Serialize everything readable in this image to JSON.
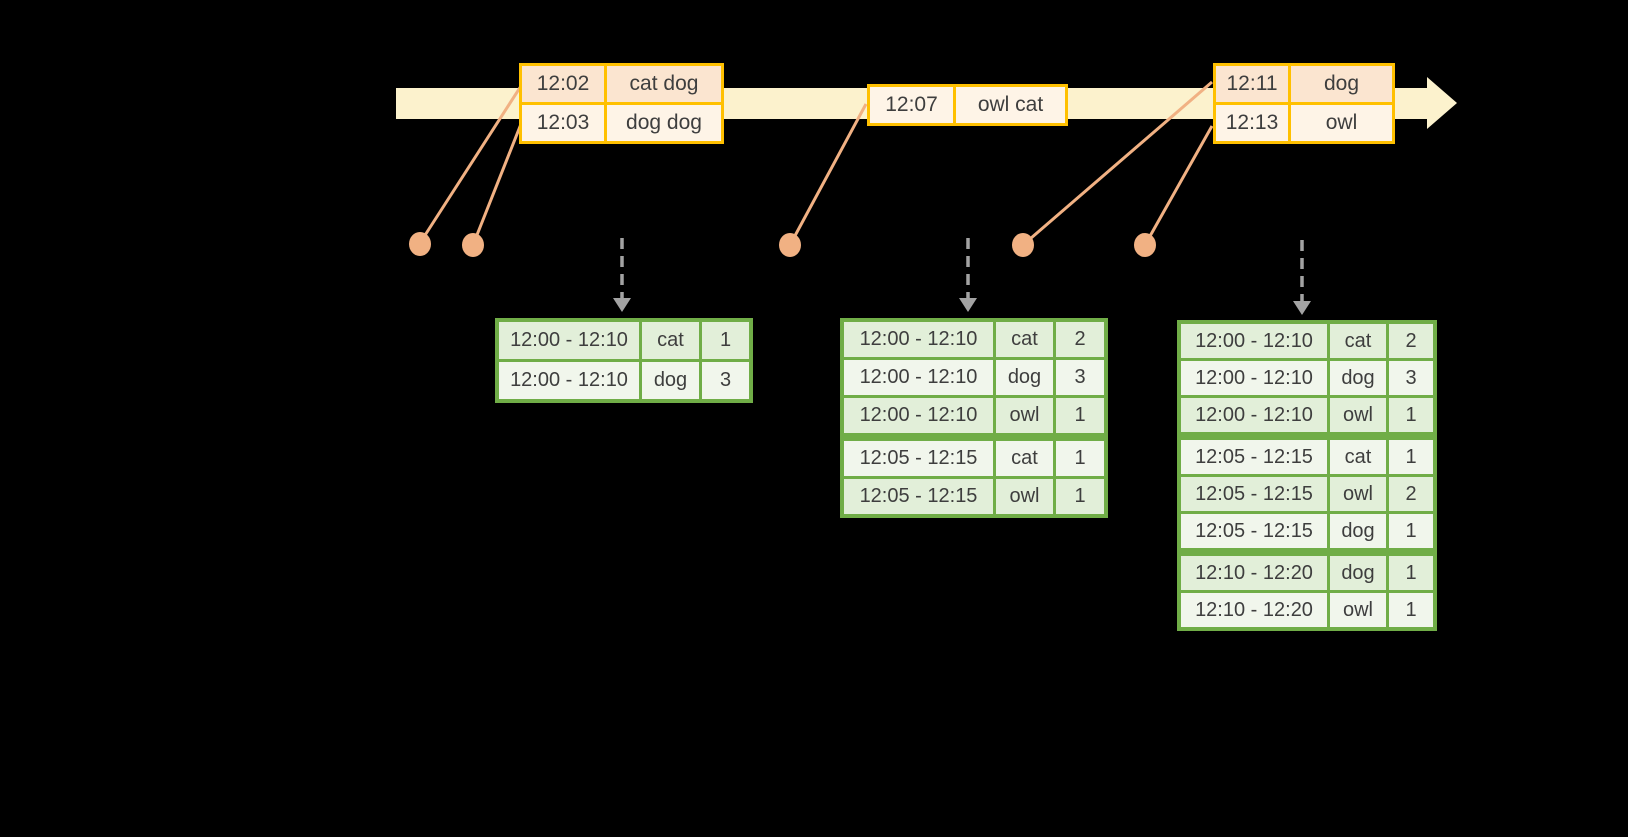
{
  "palette": {
    "background": "#000000",
    "timeline_band": "#FCF2CD",
    "table_border_gold": "#FFC000",
    "row_peach": "#FBE5D0",
    "row_cream": "#FEF4E7",
    "connector_salmon": "#F1B183",
    "result_border_green": "#70AD47",
    "row_green_dark": "#E2EFD9",
    "row_green_light": "#F1F6EC",
    "arrow_gray": "#A3A3A3",
    "text_ink": "#3E3E3E"
  },
  "event_tables": [
    {
      "rows": [
        {
          "time": "12:02",
          "words": "cat dog",
          "tone": "peach"
        },
        {
          "time": "12:03",
          "words": "dog dog",
          "tone": "cream"
        }
      ]
    },
    {
      "rows": [
        {
          "time": "12:07",
          "words": "owl cat",
          "tone": "cream"
        }
      ]
    },
    {
      "rows": [
        {
          "time": "12:11",
          "words": "dog",
          "tone": "peach"
        },
        {
          "time": "12:13",
          "words": "owl",
          "tone": "cream"
        }
      ]
    }
  ],
  "result_tables": [
    {
      "rows": [
        {
          "window": "12:00 - 12:10",
          "word": "cat",
          "count": 1
        },
        {
          "window": "12:00 - 12:10",
          "word": "dog",
          "count": 3
        }
      ]
    },
    {
      "rows": [
        {
          "window": "12:00 - 12:10",
          "word": "cat",
          "count": 2
        },
        {
          "window": "12:00 - 12:10",
          "word": "dog",
          "count": 3
        },
        {
          "window": "12:00 - 12:10",
          "word": "owl",
          "count": 1
        },
        {
          "window": "12:05 - 12:15",
          "word": "cat",
          "count": 1
        },
        {
          "window": "12:05 - 12:15",
          "word": "owl",
          "count": 1
        }
      ]
    },
    {
      "rows": [
        {
          "window": "12:00 - 12:10",
          "word": "cat",
          "count": 2
        },
        {
          "window": "12:00 - 12:10",
          "word": "dog",
          "count": 3
        },
        {
          "window": "12:00 - 12:10",
          "word": "owl",
          "count": 1
        },
        {
          "window": "12:05 - 12:15",
          "word": "cat",
          "count": 1
        },
        {
          "window": "12:05 - 12:15",
          "word": "owl",
          "count": 2
        },
        {
          "window": "12:05 - 12:15",
          "word": "dog",
          "count": 1
        },
        {
          "window": "12:10 - 12:20",
          "word": "dog",
          "count": 1
        },
        {
          "window": "12:10 - 12:20",
          "word": "owl",
          "count": 1
        }
      ]
    }
  ]
}
